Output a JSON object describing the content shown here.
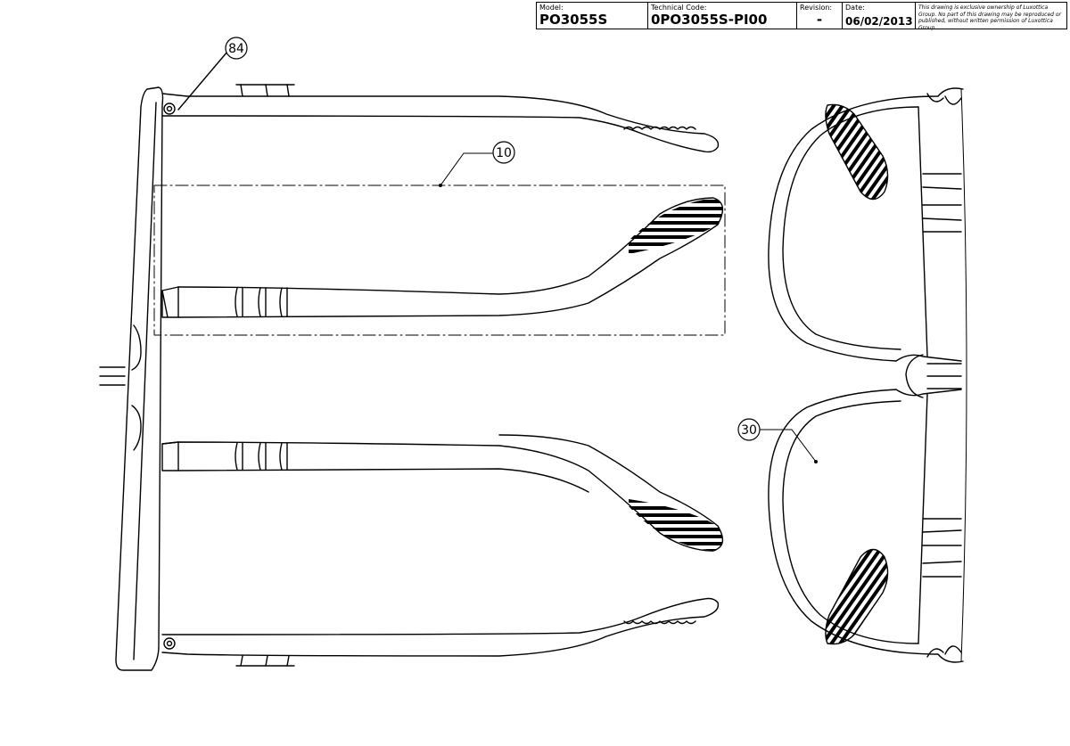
{
  "title_block": {
    "model_label": "Model:",
    "model_value": "PO3055S",
    "technical_code_label": "Technical Code:",
    "technical_code_value": "0PO3055S-PI00",
    "revision_label": "Revision:",
    "revision_value": "-",
    "date_label": "Date:",
    "date_value": "06/02/2013",
    "ownership_notice": "This drawing is exclusive ownership of Luxottica Group. No part of this drawing may be reproduced or published, without written permission of Luxottica Group."
  },
  "callouts": {
    "hinge": "84",
    "temple": "10",
    "lens": "30"
  },
  "colors": {
    "line": "#000000",
    "background": "#ffffff"
  }
}
